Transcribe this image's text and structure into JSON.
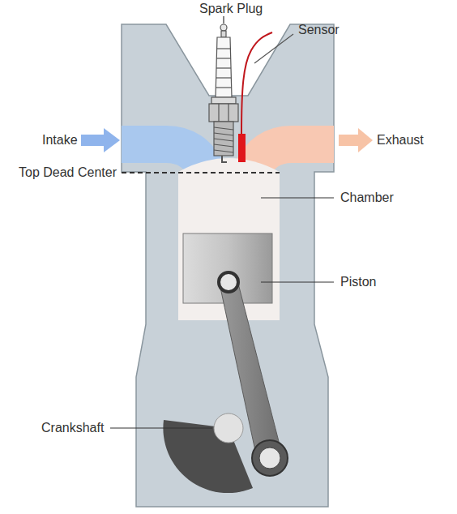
{
  "diagram": {
    "labels": [
      "Spark Plug",
      "Sensor",
      "Intake",
      "Exhaust",
      "Top Dead Center",
      "Chamber",
      "Piston",
      "Crankshaft"
    ]
  }
}
